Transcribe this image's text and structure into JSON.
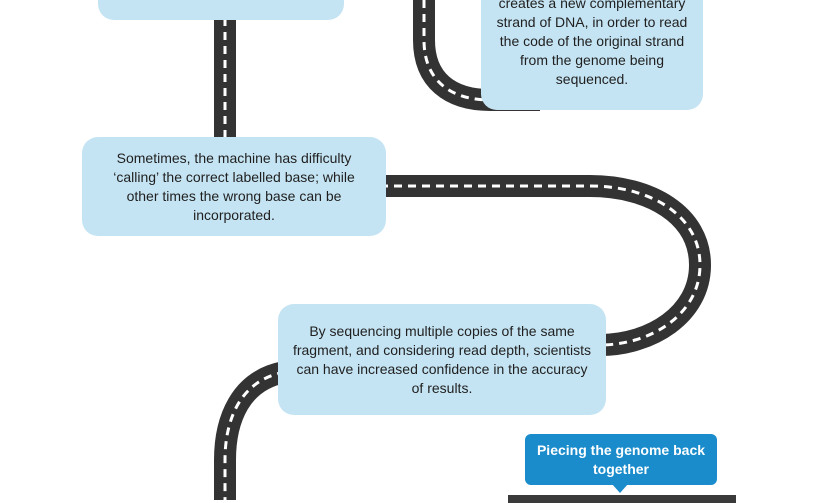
{
  "steps": {
    "top_right_text": "creates a new complementary strand of DNA, in order to read the code of the original strand from the genome being sequenced.",
    "middle_text": "Sometimes, the machine has difficulty ‘calling’ the correct labelled base; while other times the wrong base can be incorporated.",
    "lower_text": "By sequencing multiple copies of the same fragment, and considering read depth, scientists can have increased confidence in the accuracy of results."
  },
  "section_title": "Piecing the genome back together",
  "colors": {
    "box_fill": "#c5e4f3",
    "road": "#333333",
    "road_dash": "#ffffff",
    "title_fill": "#1a8ccb",
    "title_text": "#ffffff"
  }
}
